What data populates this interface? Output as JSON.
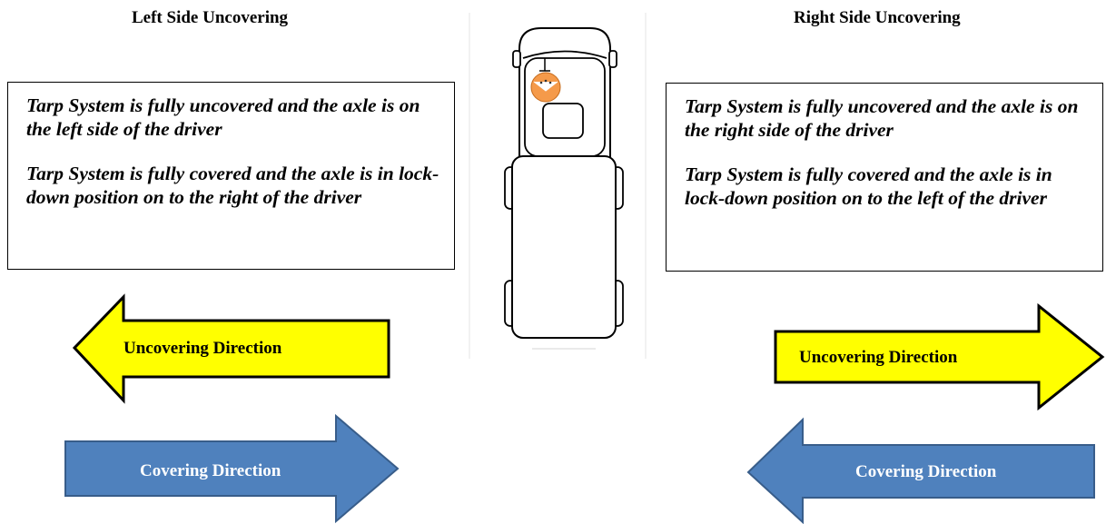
{
  "left": {
    "heading": "Left Side Uncovering",
    "box_line1": "Tarp System is fully uncovered and the axle is on the left side of the driver",
    "box_line2": "Tarp System is fully covered and the axle is in lock-down position on to the right of the driver",
    "uncover_label": "Uncovering Direction",
    "cover_label": "Covering Direction"
  },
  "right": {
    "heading": "Right Side Uncovering",
    "box_line1": "Tarp System is fully uncovered and the axle is on the right side of the driver",
    "box_line2": "Tarp System is fully covered and the axle is in lock-down position on to the left of the driver",
    "uncover_label": "Uncovering Direction",
    "cover_label": "Covering Direction"
  },
  "colors": {
    "uncover_arrow": "#ffff00",
    "cover_arrow": "#4f81bd",
    "cover_arrow_stroke": "#385d8a",
    "cab_icon": "#f59a4a"
  },
  "icons": {
    "truck": "truck-top-view-icon",
    "cab_marker": "driver-position-icon"
  }
}
